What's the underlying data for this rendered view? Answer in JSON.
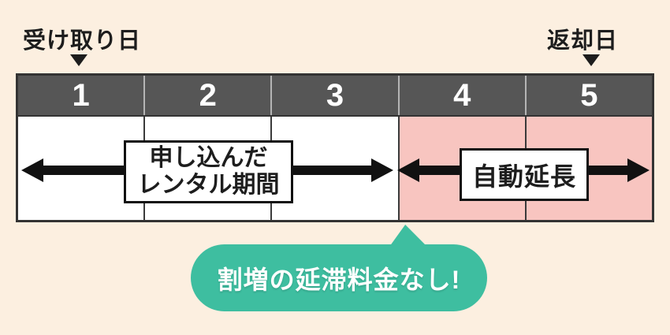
{
  "diagram": {
    "pickup_label": "受け取り日",
    "return_label": "返却日",
    "timeline": {
      "days": [
        "1",
        "2",
        "3",
        "4",
        "5"
      ],
      "rental_label_line1": "申し込んだ",
      "rental_label_line2": "レンタル期間",
      "extension_label": "自動延長"
    },
    "callout": {
      "text": "割増の延滞料金なし!"
    },
    "colors": {
      "background": "#FCEFE0",
      "header_bar": "#565656",
      "header_divider": "#B5B5B5",
      "body_divider": "#3A3A3A",
      "table_border": "#333333",
      "rental_cell": "#FFFFFF",
      "extension_cell": "#F8C5C0",
      "arrow": "#111111",
      "callout_fill": "#3EBEA0",
      "callout_text": "#FFFFFF",
      "label_text": "#1D1D1D"
    }
  }
}
